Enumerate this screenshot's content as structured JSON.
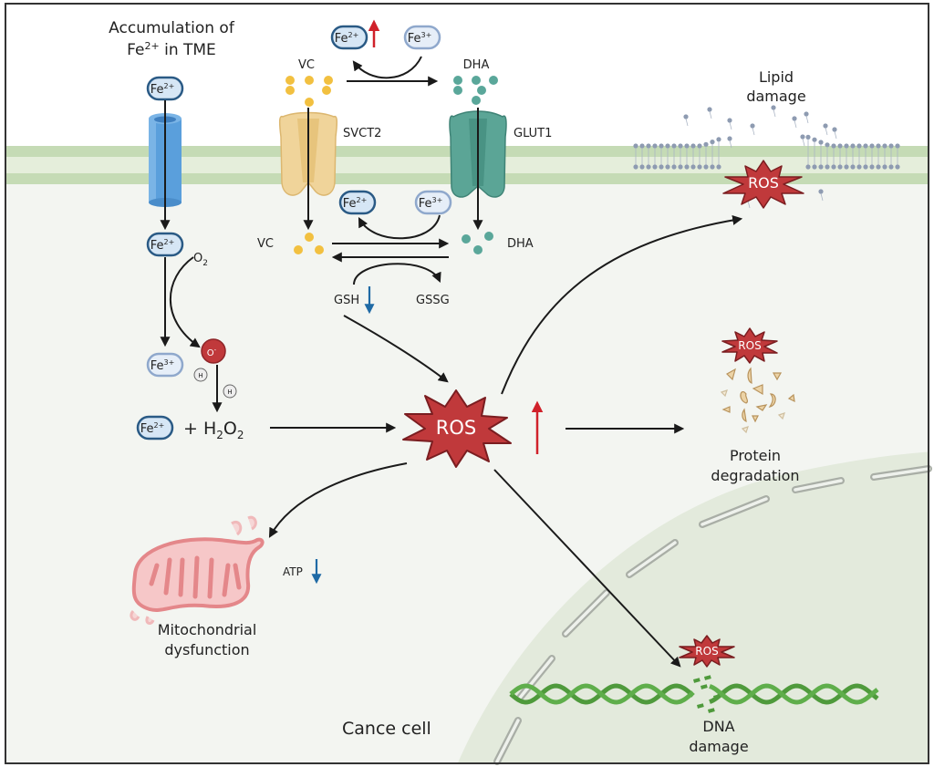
{
  "labels": {
    "accumulation_line1": "Accumulation of",
    "accumulation_line2_fe": "Fe",
    "accumulation_line2_sup": "2+",
    "accumulation_line2_rest": " in TME",
    "vc_top": "VC",
    "dha_top": "DHA",
    "svct2": "SVCT2",
    "glut1": "GLUT1",
    "vc_inner": "VC",
    "dha_inner": "DHA",
    "gsh": "GSH",
    "gssg": "GSSG",
    "o2": "O",
    "o2_sub": "2",
    "superoxide": "O",
    "h_plus": "H",
    "plus_h2o2": "+ H",
    "h2o2_sub1": "2",
    "h2o2_o": "O",
    "h2o2_sub2": "2",
    "ros_center": "ROS",
    "ros_lipid": "ROS",
    "ros_protein": "ROS",
    "ros_dna": "ROS",
    "lipid_line1": "Lipid",
    "lipid_line2": "damage",
    "protein_line1": "Protein",
    "protein_line2": "degradation",
    "mito_line1": "Mitochondrial",
    "mito_line2": "dysfunction",
    "atp": "ATP",
    "dna_line1": "DNA",
    "dna_line2": "damage",
    "cell_label": "Cance cell"
  },
  "ions": {
    "fe2": {
      "base": "Fe",
      "sup": "2+"
    },
    "fe3": {
      "base": "Fe",
      "sup": "3+"
    }
  },
  "indicators": {
    "fe2_top": "up",
    "gsh": "down",
    "ros_center": "up",
    "atp": "down"
  },
  "colors": {
    "membrane_dark": "#c5dbb5",
    "membrane_light": "#e5eedb",
    "cytoplasm": "#f3f5f1",
    "nucleus": "#e3eadc",
    "ros_fill": "#c0393b",
    "ros_stroke": "#7a1d20",
    "up_arrow": "#d0212a",
    "down_arrow": "#1f6aa5",
    "vc_dot": "#f2c040",
    "dha_dot": "#5aa79a",
    "channel_blue": "#5a9fdc",
    "svct2": "#f0d49a",
    "glut1": "#5ba596",
    "fe2_fill": "#d6e6f5",
    "fe2_stroke": "#2a5a85",
    "fe3_fill": "#e6eef8",
    "fe3_stroke": "#8fa8cc",
    "mito": "#e4878a",
    "dna": "#4f9a3c"
  }
}
